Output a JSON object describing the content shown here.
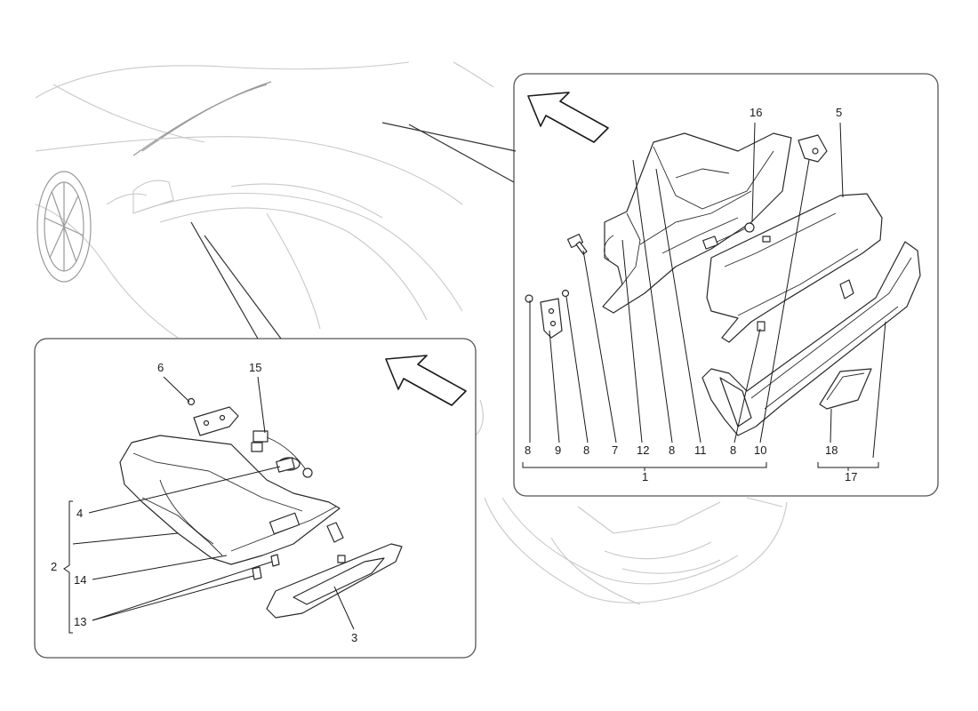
{
  "diagram": {
    "right_panel_labels": {
      "l16": "16",
      "l5": "5",
      "b8a": "8",
      "b9": "9",
      "b8b": "8",
      "b7": "7",
      "b12": "12",
      "b8c": "8",
      "b11": "11",
      "b8d": "8",
      "b10": "10",
      "b18": "18",
      "g1": "1",
      "g17": "17"
    },
    "left_panel_labels": {
      "l6": "6",
      "l15": "15",
      "l4": "4",
      "l2": "2",
      "l14": "14",
      "l13": "13",
      "l3": "3"
    }
  }
}
